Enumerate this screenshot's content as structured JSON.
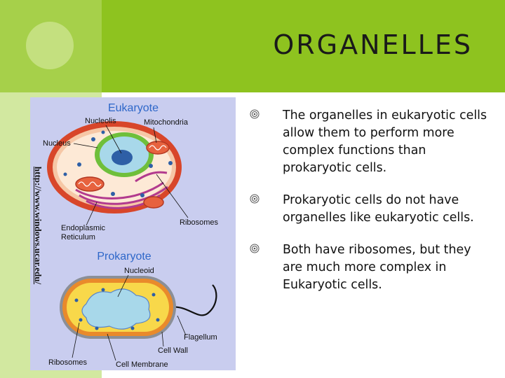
{
  "slide": {
    "title": "ORGANELLES",
    "credit_url": "http://www.windows.ucar.edu/",
    "bullets": [
      "The organelles in eukaryotic cells allow them to perform more complex functions than prokaryotic cells.",
      "Prokaryotic cells do not have organelles like eukaryotic cells.",
      "Both have ribosomes, but they are much more complex in Eukaryotic cells."
    ]
  },
  "figure": {
    "eukaryote_heading": "Eukaryote",
    "prokaryote_heading": "Prokaryote",
    "labels": {
      "nucleolis": "Nucleolis",
      "mitochondria": "Mitochondria",
      "nucleus": "Nucleus",
      "er_line1": "Endoplasmic",
      "er_line2": "Reticulum",
      "ribosomes_top": "Ribosomes",
      "nucleoid": "Nucleoid",
      "flagellum": "Flagellum",
      "cell_wall": "Cell Wall",
      "ribosomes_bottom": "Ribosomes",
      "cell_membrane": "Cell Membrane"
    }
  },
  "colors": {
    "top_band": "#8ec31f",
    "left_strip": "#d2e8a0",
    "figure_bg": "#c9cdef",
    "heading_blue": "#2e67c9"
  }
}
